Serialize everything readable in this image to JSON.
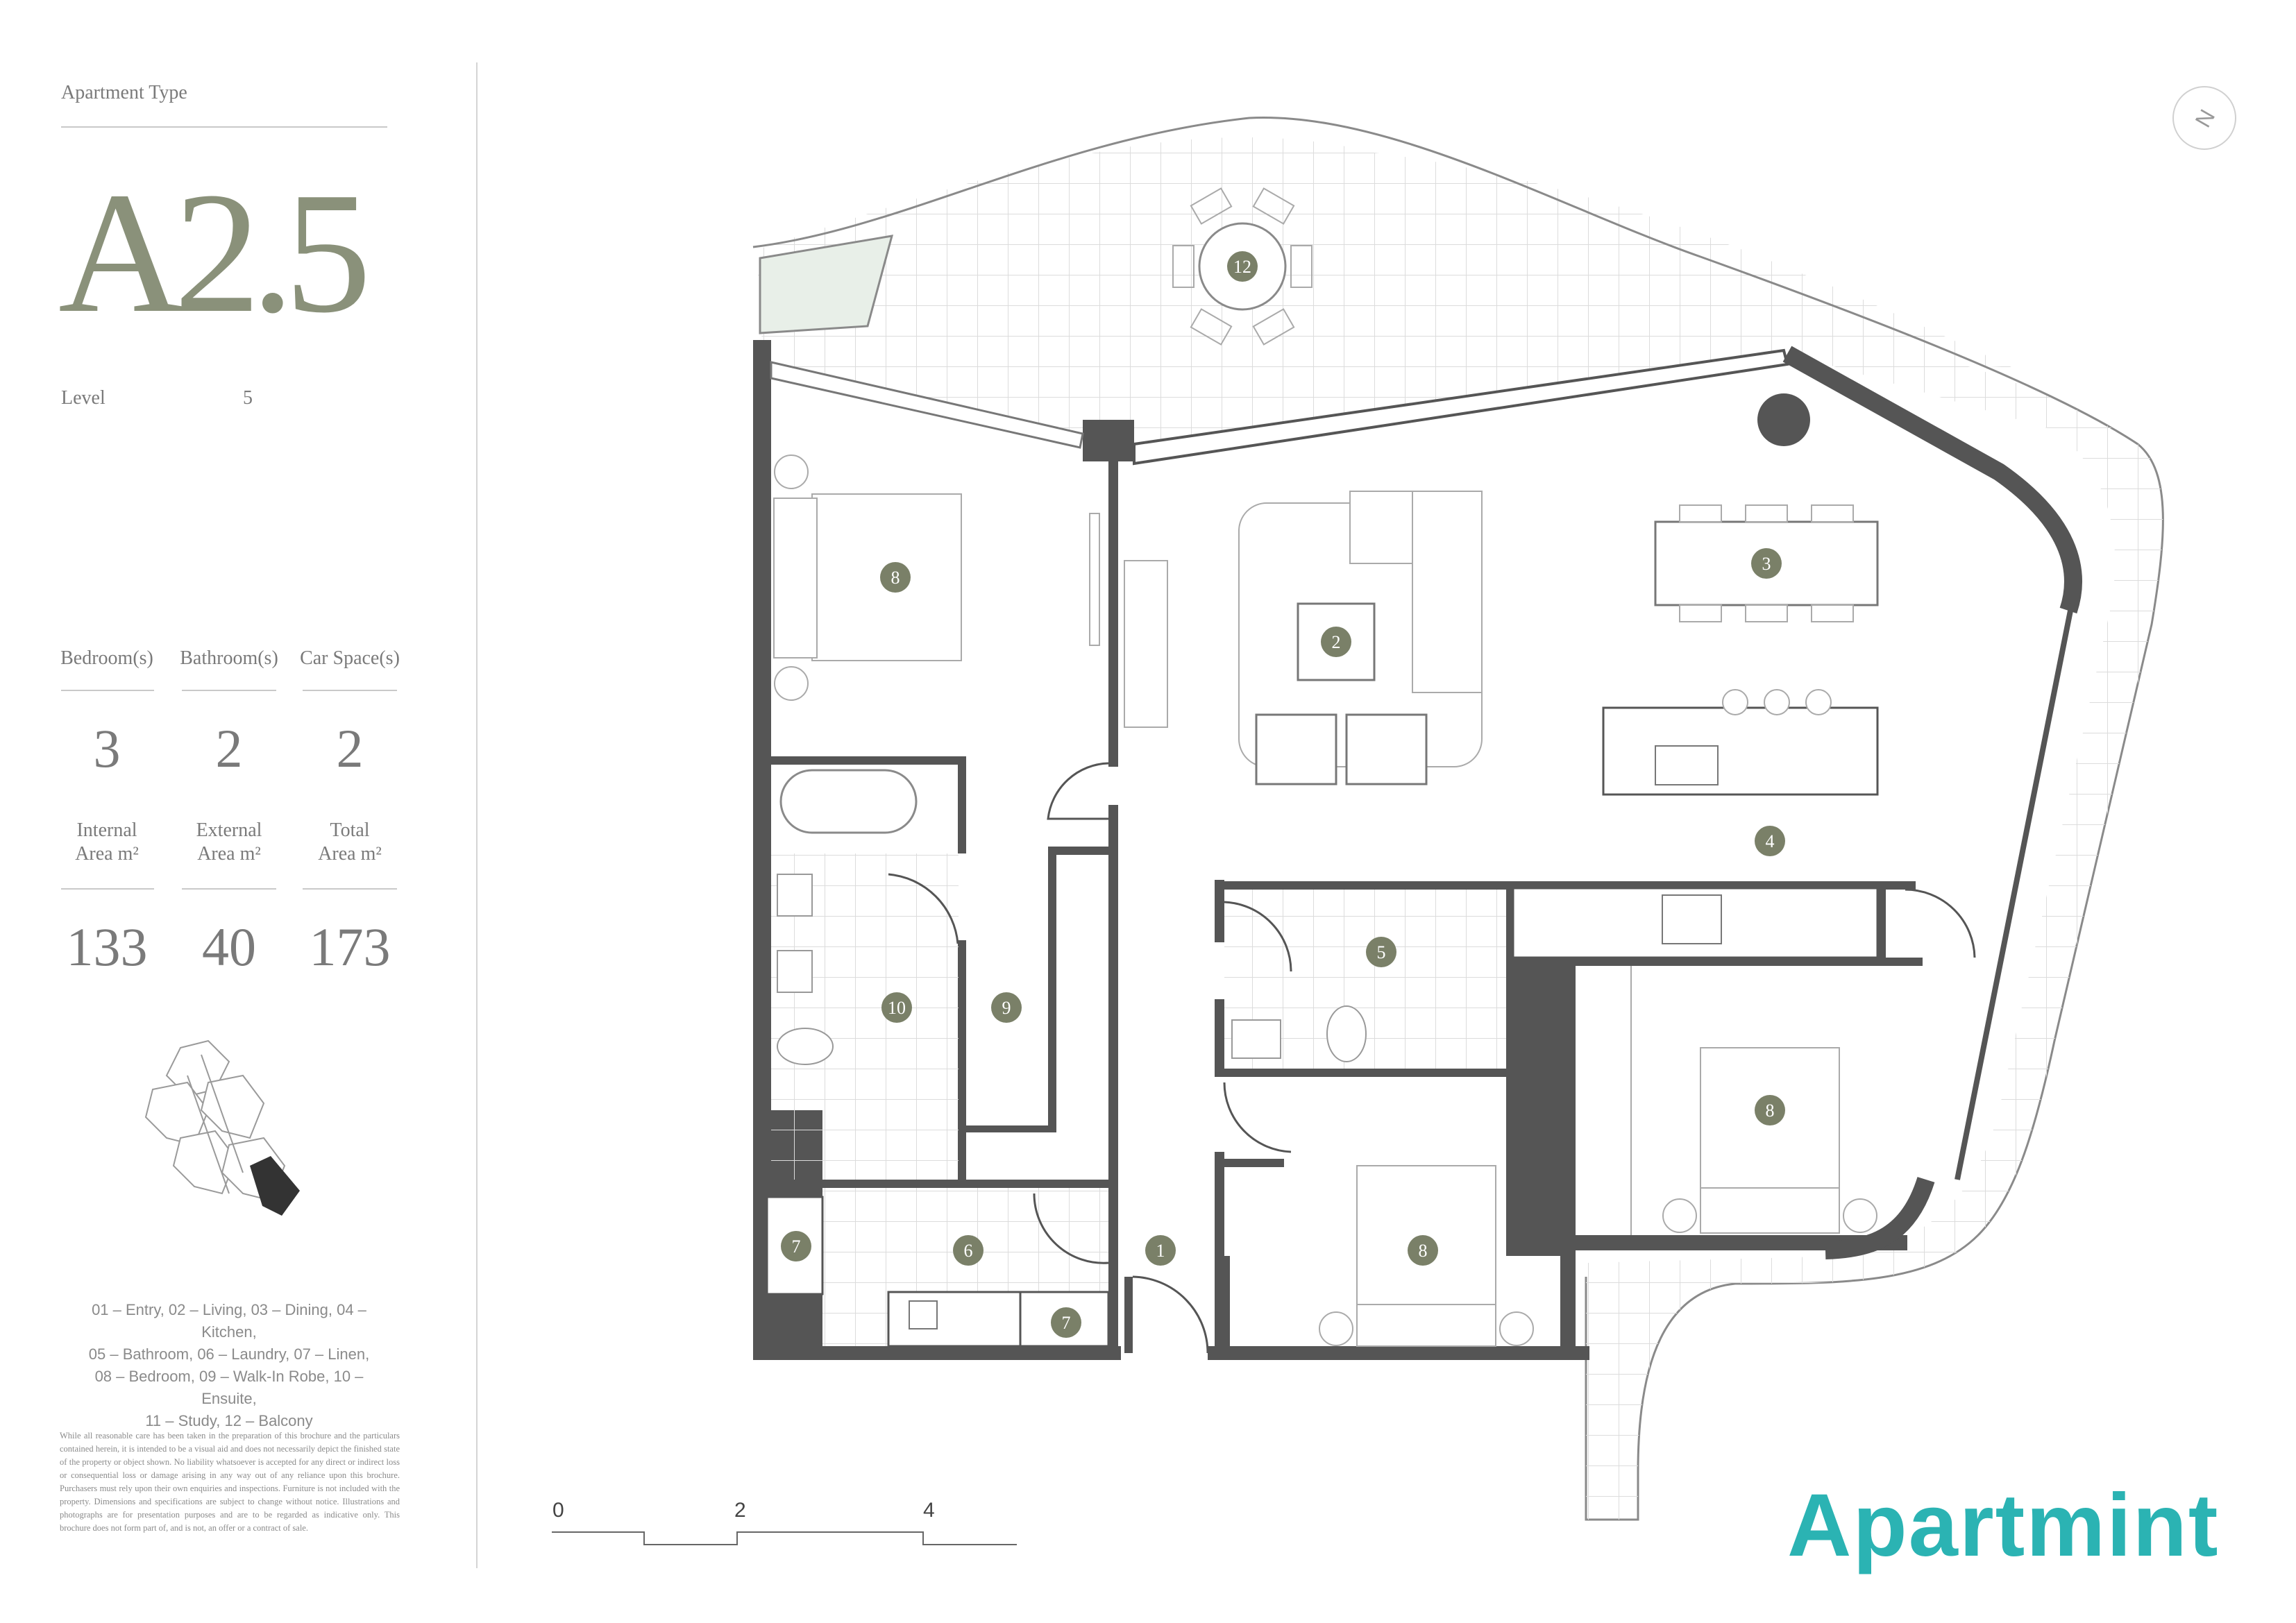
{
  "header": {
    "apartment_type_label": "Apartment Type",
    "apartment_code": "A2.5",
    "level_label": "Level",
    "level_value": "5"
  },
  "stats": {
    "bedrooms_label": "Bedroom(s)",
    "bathrooms_label": "Bathroom(s)",
    "car_spaces_label": "Car Space(s)",
    "bedrooms": "3",
    "bathrooms": "2",
    "car_spaces": "2",
    "internal_label_1": "Internal",
    "internal_label_2": "Area m²",
    "external_label_1": "External",
    "external_label_2": "Area m²",
    "total_label_1": "Total",
    "total_label_2": "Area m²",
    "internal_area": "133",
    "external_area": "40",
    "total_area": "173"
  },
  "legend": {
    "line1": "01 – Entry, 02 – Living, 03 – Dining, 04 – Kitchen,",
    "line2": "05 – Bathroom, 06 – Laundry, 07 – Linen,",
    "line3": "08 – Bedroom, 09 – Walk-In Robe, 10 – Ensuite,",
    "line4": "11 – Study, 12 – Balcony"
  },
  "disclaimer": "While all reasonable care has been taken in the preparation of this brochure and the particulars contained herein, it is intended to be a visual aid and does not necessarily depict the finished state of the property or object shown. No liability whatsoever is accepted for any direct or indirect loss or consequential loss or damage arising in any way out of any reliance upon this brochure. Purchasers must rely upon their own enquiries and inspections. Furniture is not included with the property. Dimensions and specifications are subject to change without notice. Illustrations and photographs are for presentation purposes and are to be regarded as indicative only. This brochure does not form part of, and is not, an offer or a contract of sale.",
  "rooms": [
    {
      "label": "12"
    },
    {
      "label": "8"
    },
    {
      "label": "2"
    },
    {
      "label": "3"
    },
    {
      "label": "4"
    },
    {
      "label": "5"
    },
    {
      "label": "10"
    },
    {
      "label": "9"
    },
    {
      "label": "8"
    },
    {
      "label": "7"
    },
    {
      "label": "6"
    },
    {
      "label": "1"
    },
    {
      "label": "8"
    },
    {
      "label": "7"
    }
  ],
  "scale": {
    "s0": "0",
    "s2": "2",
    "s4": "4"
  },
  "brand": "Apartmint",
  "colors": {
    "accent": "#8a917a",
    "wall": "#555555",
    "brand": "#2bb3b3"
  }
}
